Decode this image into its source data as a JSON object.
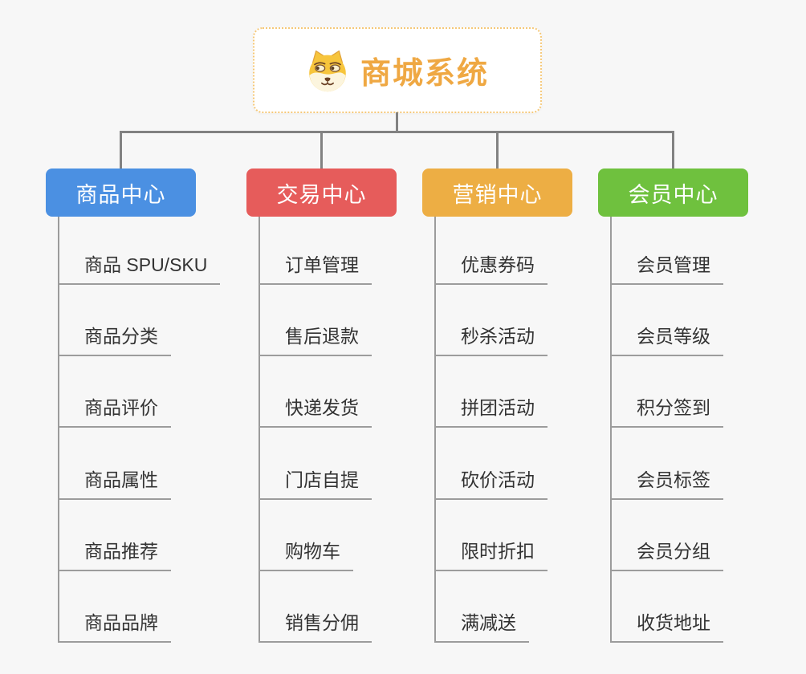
{
  "page": {
    "background": "#f7f7f7",
    "connector_color": "#828282",
    "leaf_line_color": "#9c9c9c"
  },
  "root": {
    "title": "商城系统",
    "title_color": "#efa843",
    "border_color": "#f5c878",
    "icon": "doge-icon"
  },
  "branches": [
    {
      "label": "商品中心",
      "color": "#4b90e2",
      "items": [
        "商品 SPU/SKU",
        "商品分类",
        "商品评价",
        "商品属性",
        "商品推荐",
        "商品品牌"
      ]
    },
    {
      "label": "交易中心",
      "color": "#e65c5b",
      "items": [
        "订单管理",
        "售后退款",
        "快递发货",
        "门店自提",
        "购物车",
        "销售分佣"
      ]
    },
    {
      "label": "营销中心",
      "color": "#edae44",
      "items": [
        "优惠券码",
        "秒杀活动",
        "拼团活动",
        "砍价活动",
        "限时折扣",
        "满减送"
      ]
    },
    {
      "label": "会员中心",
      "color": "#6fc13e",
      "items": [
        "会员管理",
        "会员等级",
        "积分签到",
        "会员标签",
        "会员分组",
        "收货地址"
      ]
    }
  ]
}
